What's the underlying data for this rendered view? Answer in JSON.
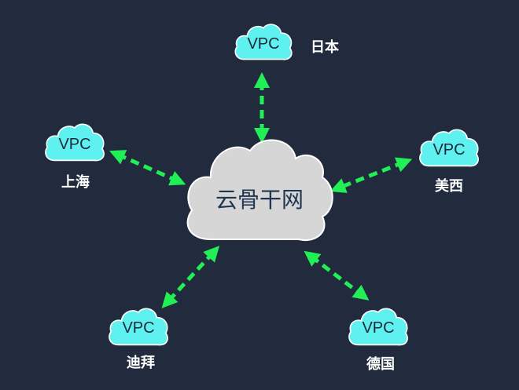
{
  "colors": {
    "background": "#212b3d",
    "vpc_cloud_fill": "#5ff0f0",
    "vpc_cloud_stroke": "#ffffff",
    "core_cloud_fill": "#d6d6d6",
    "arrow_color": "#22ee55"
  },
  "core": {
    "label": "云骨干网"
  },
  "nodes": [
    {
      "id": "japan",
      "vpc_label": "VPC",
      "region_label": "日本"
    },
    {
      "id": "shanghai",
      "vpc_label": "VPC",
      "region_label": "上海"
    },
    {
      "id": "us-west",
      "vpc_label": "VPC",
      "region_label": "美西"
    },
    {
      "id": "dubai",
      "vpc_label": "VPC",
      "region_label": "迪拜"
    },
    {
      "id": "germany",
      "vpc_label": "VPC",
      "region_label": "德国"
    }
  ],
  "icons": {
    "vpc": "cloud-icon",
    "core": "cloud-icon",
    "link": "bidirectional-dashed-arrow"
  }
}
